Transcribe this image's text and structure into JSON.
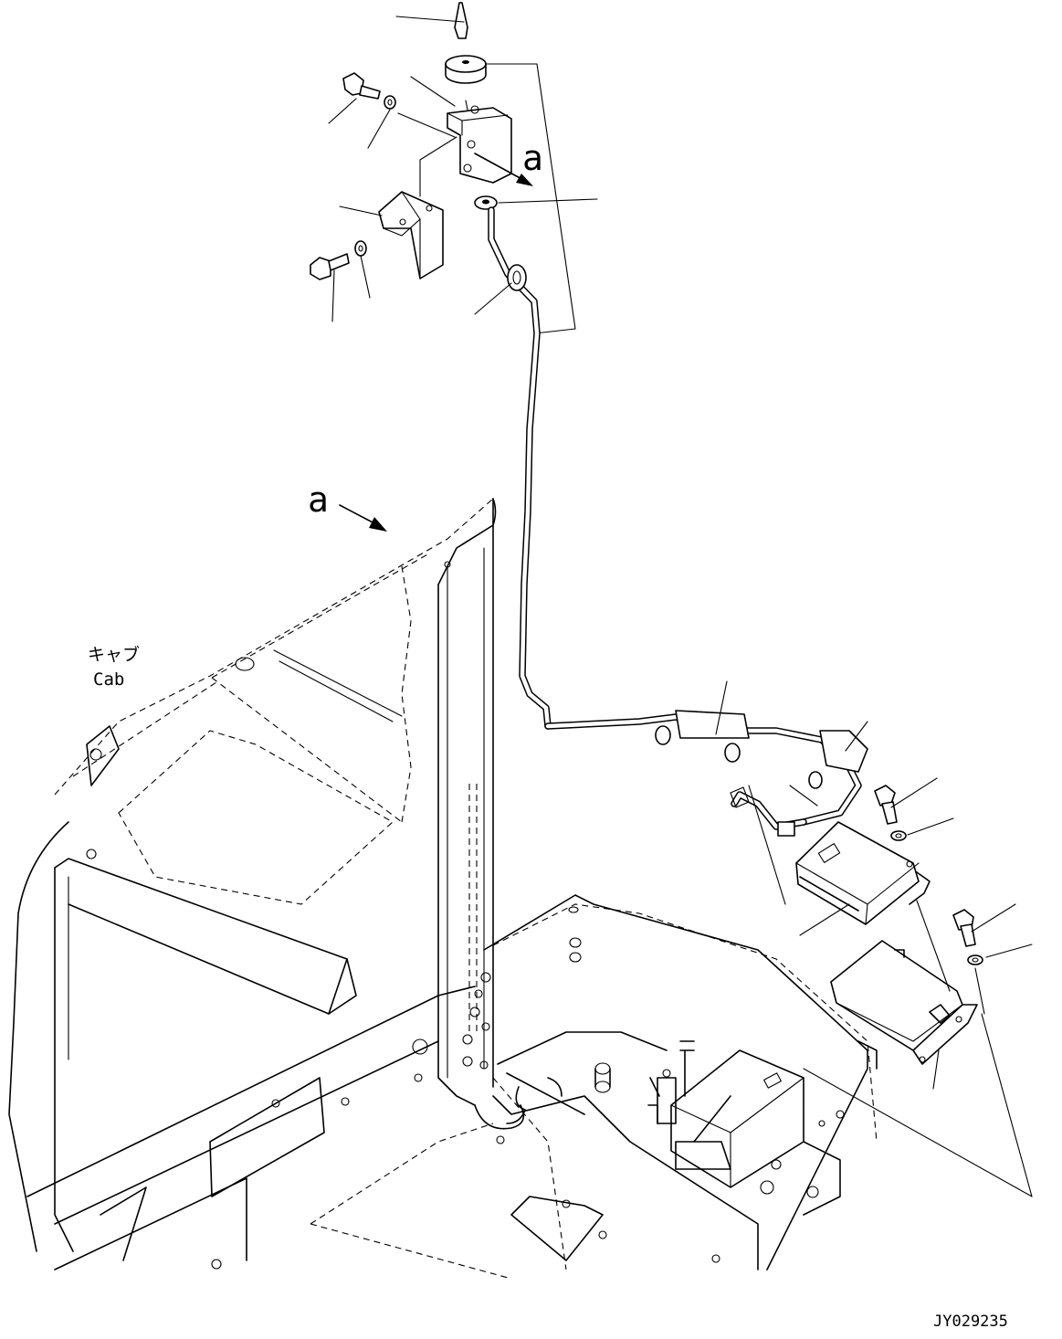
{
  "labels": {
    "view_marker_top": "a",
    "view_marker_cab": "a",
    "cab_jp": "キャブ",
    "cab_en": "Cab",
    "drawing_number": "JY029235"
  },
  "icons": [
    "antenna-icon",
    "bolt-icon",
    "washer-icon",
    "bracket-icon",
    "controller-icon",
    "arrow-icon"
  ]
}
